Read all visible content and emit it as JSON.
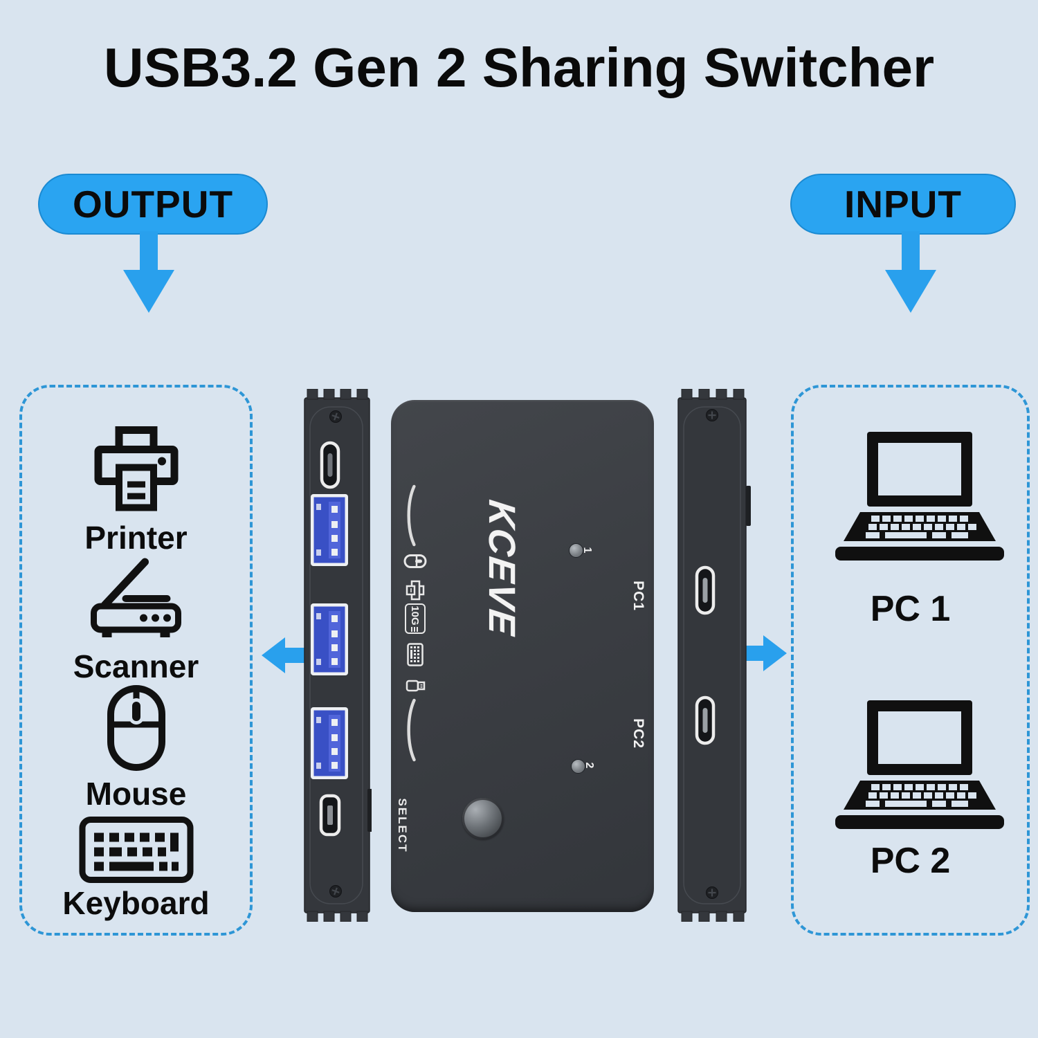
{
  "title": "USB3.2 Gen 2 Sharing Switcher",
  "output_section": {
    "label": "OUTPUT",
    "devices": [
      {
        "name": "Printer",
        "icon": "printer-icon"
      },
      {
        "name": "Scanner",
        "icon": "scanner-icon"
      },
      {
        "name": "Mouse",
        "icon": "mouse-icon"
      },
      {
        "name": "Keyboard",
        "icon": "keyboard-icon"
      }
    ]
  },
  "input_section": {
    "label": "INPUT",
    "computers": [
      {
        "name": "PC 1",
        "icon": "laptop-icon"
      },
      {
        "name": "PC 2",
        "icon": "laptop-icon"
      }
    ]
  },
  "device": {
    "brand": "KCEVE",
    "select_button_label": "SELECT",
    "speed_badge": "10G",
    "led_1_label": "1",
    "led_2_label": "2",
    "port_1_label": "PC1",
    "port_2_label": "PC2",
    "mini_icons": [
      "mouse-icon",
      "printer-icon",
      "10g-badge",
      "keyboard-icon",
      "flash-drive-icon"
    ],
    "output_side_ports": [
      "usb-c",
      "usb-a",
      "usb-a",
      "usb-a",
      "micro-usb"
    ],
    "input_side_ports": [
      "usb-c",
      "usb-c"
    ]
  },
  "colors": {
    "background": "#d9e4ef",
    "accent_blue": "#2aa4f1",
    "dashed_border": "#2e96d6",
    "device_body": "#3b3e43",
    "usb_port_blue": "#3950c5",
    "icon_black": "#111111"
  }
}
